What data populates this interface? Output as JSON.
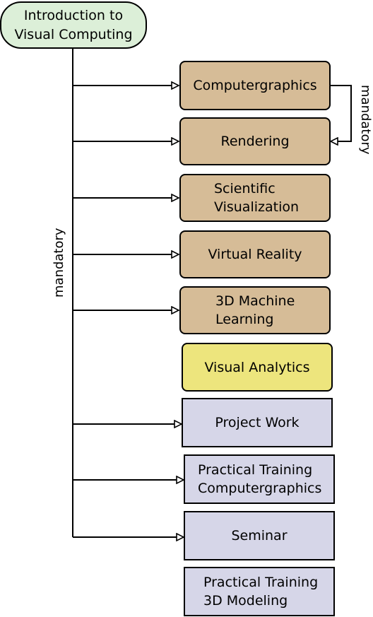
{
  "diagram": {
    "root": {
      "label": "Introduction to\nVisual Computing"
    },
    "nodes": [
      {
        "id": "computergraphics",
        "label": "Computergraphics",
        "color": "#d6bc97"
      },
      {
        "id": "rendering",
        "label": "Rendering",
        "color": "#d6bc97"
      },
      {
        "id": "scientific-visualization",
        "label": "Scientific\nVisualization",
        "color": "#d6bc97"
      },
      {
        "id": "virtual-reality",
        "label": "Virtual Reality",
        "color": "#d6bc97"
      },
      {
        "id": "3d-machine-learning",
        "label": "3D Machine\nLearning",
        "color": "#d6bc97"
      },
      {
        "id": "visual-analytics",
        "label": "Visual Analytics",
        "color": "#ede57d"
      },
      {
        "id": "project-work",
        "label": "Project Work",
        "color": "#d6d6e8"
      },
      {
        "id": "practical-training-computergraphics",
        "label": "Practical Training\nComputergraphics",
        "color": "#d6d6e8"
      },
      {
        "id": "seminar",
        "label": "Seminar",
        "color": "#d6d6e8"
      },
      {
        "id": "practical-training-3d-modeling",
        "label": "Practical Training\n3D Modeling",
        "color": "#d6d6e8"
      }
    ],
    "labels": {
      "trunk": "mandatory",
      "side": "mandatory"
    },
    "edges": [
      {
        "from": "introduction-to-visual-computing",
        "to": "computergraphics"
      },
      {
        "from": "introduction-to-visual-computing",
        "to": "rendering"
      },
      {
        "from": "introduction-to-visual-computing",
        "to": "scientific-visualization"
      },
      {
        "from": "introduction-to-visual-computing",
        "to": "virtual-reality"
      },
      {
        "from": "introduction-to-visual-computing",
        "to": "3d-machine-learning"
      },
      {
        "from": "introduction-to-visual-computing",
        "to": "project-work"
      },
      {
        "from": "introduction-to-visual-computing",
        "to": "practical-training-computergraphics"
      },
      {
        "from": "introduction-to-visual-computing",
        "to": "seminar"
      },
      {
        "from": "computergraphics",
        "to": "rendering"
      }
    ]
  }
}
